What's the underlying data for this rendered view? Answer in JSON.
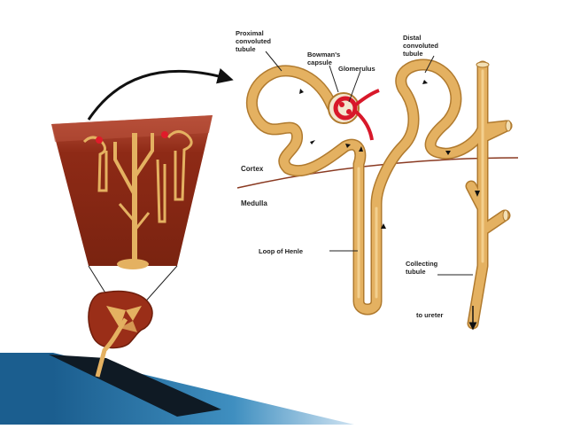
{
  "labels": {
    "proximal_1": "Proximal",
    "proximal_2": "convoluted",
    "proximal_3": "tubule",
    "bowman_1": "Bowman's",
    "bowman_2": "capsule",
    "glomerulus": "Glomerulus",
    "distal_1": "Distal",
    "distal_2": "convoluted",
    "distal_3": "tubule",
    "cortex": "Cortex",
    "medulla": "Medulla",
    "loop_of_henle": "Loop of Henle",
    "collecting_1": "Collecting",
    "collecting_2": "tubule",
    "to_ureter": "to ureter"
  },
  "colors": {
    "tubule": "#e4b161",
    "tubule_edge": "#b07a2e",
    "renal_tissue": "#8e2a16",
    "blood": "#d8182a",
    "slide_blue": "#1d6fa5"
  }
}
